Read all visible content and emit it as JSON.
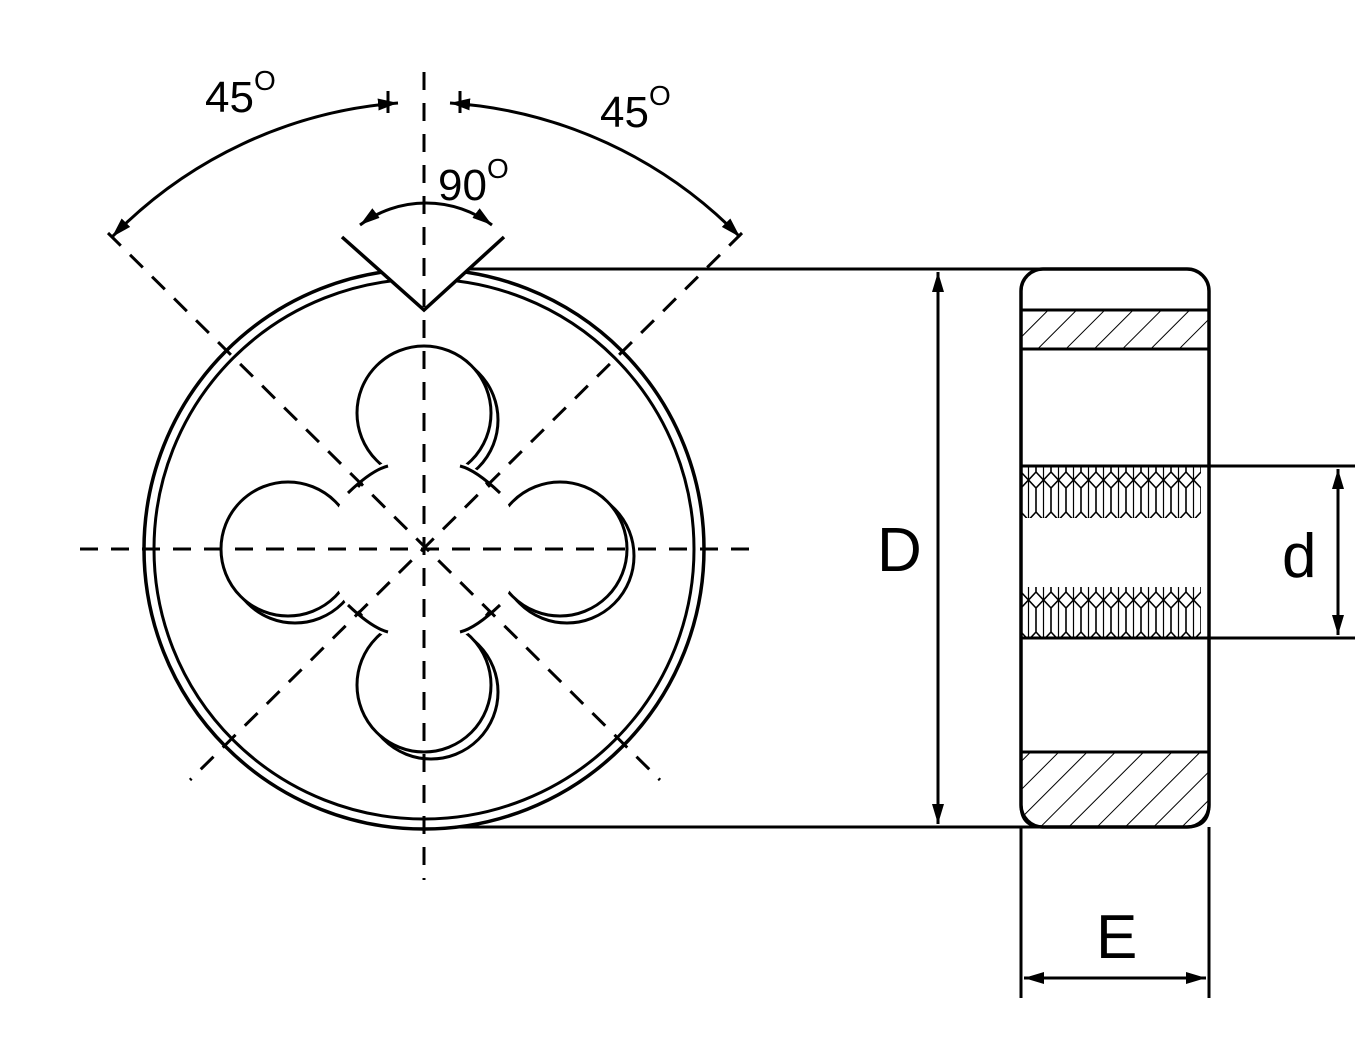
{
  "diagram": {
    "labels": {
      "angle_left": "45",
      "angle_right": "45",
      "angle_top": "90",
      "degree_mark": "O",
      "outer_diameter": "D",
      "thread_diameter": "d",
      "thickness": "E"
    },
    "colors": {
      "stroke": "#000000",
      "background": "#ffffff"
    }
  }
}
